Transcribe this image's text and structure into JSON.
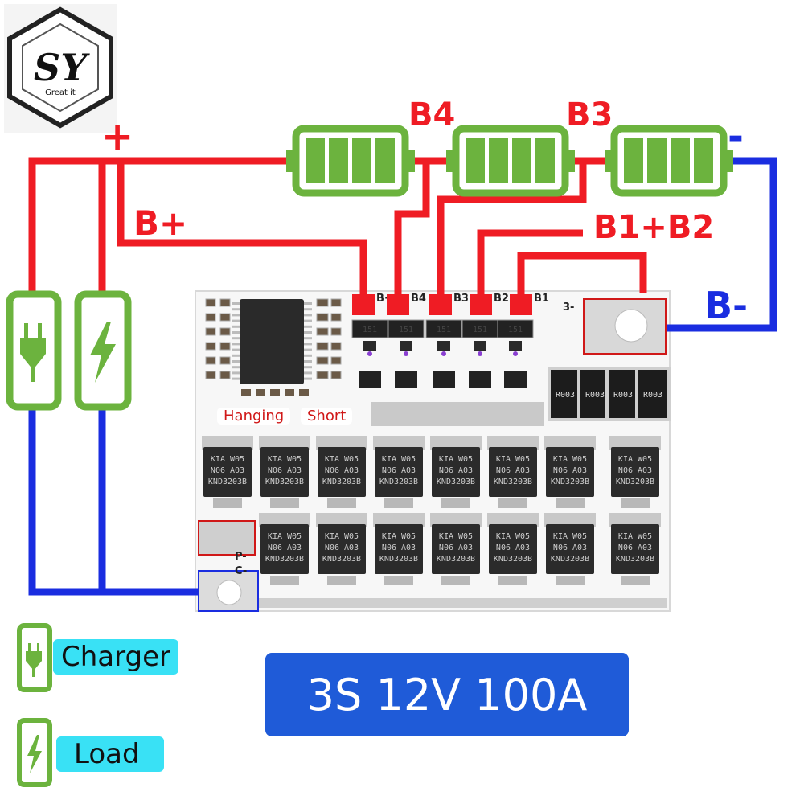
{
  "logo": {
    "monogram": "SY",
    "tagline": "Great it"
  },
  "wiring": {
    "plus": "+",
    "minus": "-",
    "b_plus": "B+",
    "b4": "B4",
    "b3": "B3",
    "b1_b2": "B1+B2",
    "b_minus": "B-"
  },
  "board": {
    "pads": [
      "B+",
      "B4",
      "B3",
      "B2",
      "B1"
    ],
    "b_minus_pad": "3-",
    "p_minus": "P-",
    "c_minus": "C-",
    "resistor_code": "151",
    "shunt_code": "R003",
    "mosfet_lines": [
      "KIA W05",
      "N06 A03",
      "KND3203B"
    ]
  },
  "tags": {
    "hanging": "Hanging",
    "short": "Short"
  },
  "legend": [
    {
      "icon": "plug-icon",
      "label": "Charger"
    },
    {
      "icon": "bolt-icon",
      "label": "Load"
    }
  ],
  "spec": "3S 12V 100A",
  "colors": {
    "wire_red": "#ef1c24",
    "wire_blue": "#1a2de0",
    "battery_green": "#6cb33e",
    "spec_blue": "#1f5bd8",
    "legend_cyan": "#39e1f5"
  }
}
